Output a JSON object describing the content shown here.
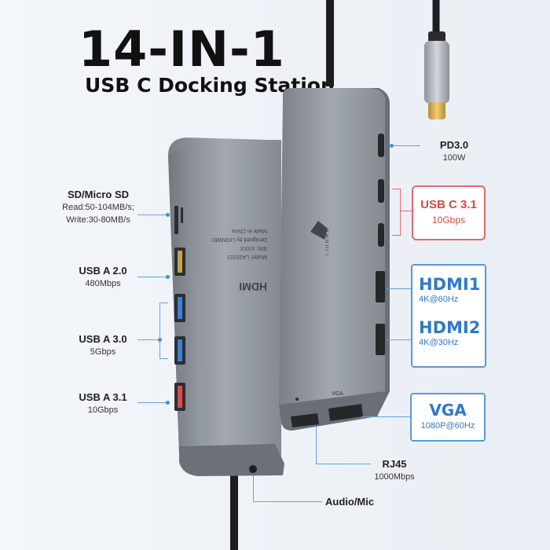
{
  "header": {
    "title": "14-IN-1",
    "subtitle": "USB C Docking Station"
  },
  "left_ports": [
    {
      "name": "SD/Micro SD",
      "detail1": "Read:50-104MB/s;",
      "detail2": "Write:30-80MB/s"
    },
    {
      "name": "USB A 2.0",
      "detail1": "480Mbps"
    },
    {
      "name": "USB A 3.0",
      "detail1": "5Gbps"
    },
    {
      "name": "USB A 3.1",
      "detail1": "10Gbps"
    }
  ],
  "right_ports": {
    "pd": {
      "name": "PD3.0",
      "detail": "100W"
    },
    "usbc": {
      "name": "USB C 3.1",
      "detail": "10Gbps"
    },
    "hdmi1": {
      "name": "HDMI1",
      "detail": "4K@60Hz"
    },
    "hdmi2": {
      "name": "HDMI2",
      "detail": "4K@30Hz"
    },
    "vga": {
      "name": "VGA",
      "detail": "1080P@60Hz"
    }
  },
  "bottom_ports": {
    "rj45": {
      "name": "RJ45",
      "detail": "1000Mbps"
    },
    "audio": {
      "name": "Audio/Mic"
    }
  },
  "device": {
    "vga_engraving": "VGA",
    "brand_text": "LIONWE",
    "hdmi_logo": "HDMI",
    "model_lines": [
      "Model: LA20321",
      "S/N: XXXX",
      "Designed by LIONWEI",
      "Made in China"
    ]
  },
  "colors": {
    "accent_blue": "#2f78c8",
    "accent_red": "#d9463f",
    "device_gray": "#8e939b"
  }
}
